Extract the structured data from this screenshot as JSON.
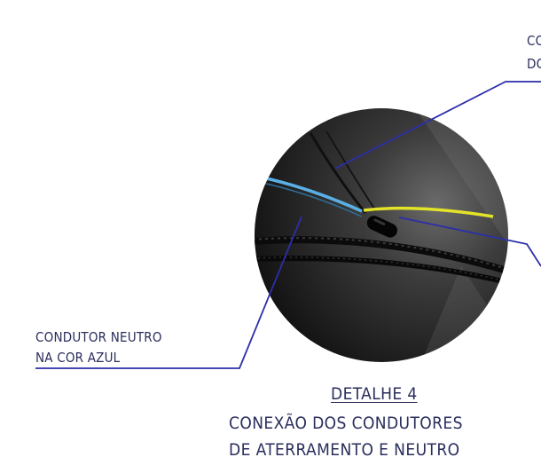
{
  "labels": {
    "neutral": [
      "CONDUTOR NEUTRO",
      "NA COR AZUL"
    ],
    "top_right_partial": [
      "CO",
      "DO"
    ]
  },
  "caption": {
    "title": "DETALHE 4",
    "line1": "CONEXÃO DOS CONDUTORES",
    "line2": "DE ATERRAMENTO E NEUTRO"
  },
  "colors": {
    "text": "#2a2e5c",
    "leader": "#2b2fa8",
    "neutral_wire": "#5ab0e6",
    "ground_wire": "#e3e32a",
    "detail_background": "#1e1e1e"
  }
}
